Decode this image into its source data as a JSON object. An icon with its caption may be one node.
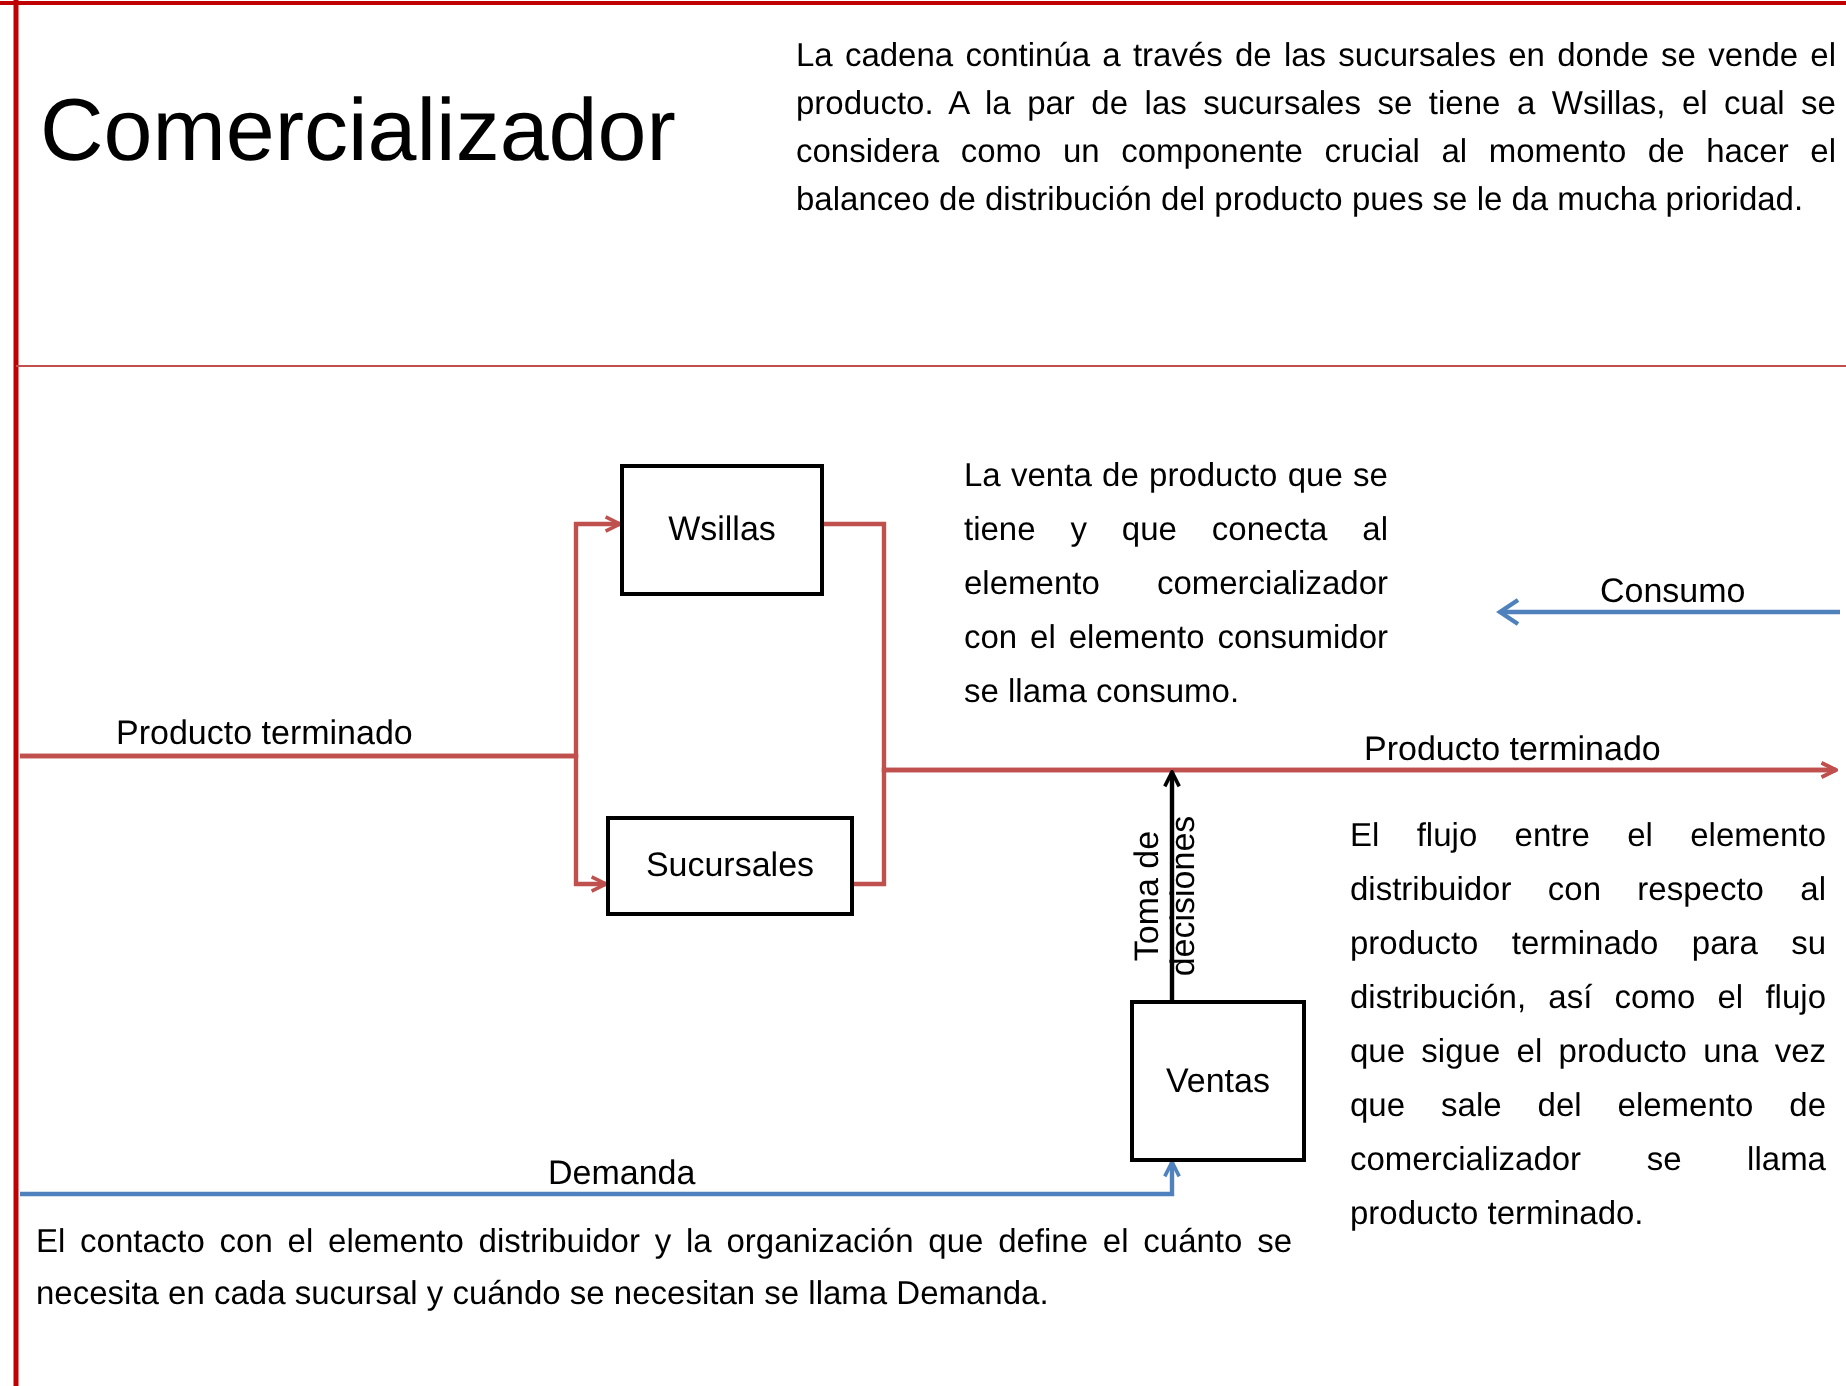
{
  "diagram": {
    "title": "Comercializador",
    "nodes": [
      {
        "text": [
          "Wsillas"
        ]
      },
      {
        "text": [
          "Sucursales"
        ]
      },
      {
        "text": [
          "Ventas"
        ]
      }
    ],
    "edges": [
      {
        "from": null,
        "to": 0,
        "arrow": "to",
        "label": "Producto terminado"
      },
      {
        "from": null,
        "to": 1,
        "arrow": "to"
      },
      {
        "from": 0,
        "to": null,
        "arrow": "to",
        "label": "Producto terminado"
      },
      {
        "from": 1,
        "to": null,
        "arrow": "to"
      },
      {
        "from": 2,
        "to": null,
        "arrow": "to",
        "label": "Toma de decisiones",
        "color": "#000000"
      },
      {
        "from": null,
        "to": 2,
        "arrow": "to",
        "label": "Demanda",
        "color": "#4f81bd"
      }
    ],
    "labels": [
      "La cadena continúa a través de las sucursales en donde se vende el producto. A la par de las sucursales se tiene a Wsillas, el cual se considera como un componente crucial al momento de hacer el balanceo de distribución del producto pues se le da mucha prioridad.",
      "La venta de producto que se tiene y que conecta al elemento comercializador con el elemento consumidor se llama consumo.",
      "Consumo",
      "El flujo entre el elemento distribuidor con respecto al producto terminado para su distribución, así como el flujo que sigue el producto una vez que sale del elemento de comercializador se llama producto terminado.",
      "El contacto con el elemento distribuidor y la organización que define el cuánto se necesita en cada sucursal y cuándo se necesitan se llama Demanda."
    ]
  }
}
